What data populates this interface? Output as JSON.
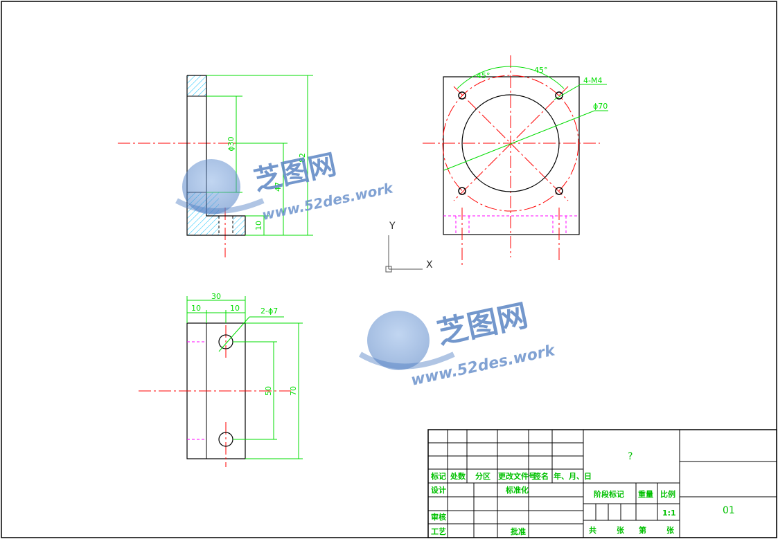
{
  "drawing": {
    "colors": {
      "outline": "#000000",
      "centerline": "#ff0000",
      "dimension": "#00dd00",
      "hidden": "#ff00ff",
      "hatch": "#00bfff",
      "titleblock_text": "#00c000",
      "watermark": "#5b86c4"
    },
    "side_view": {
      "dims": {
        "bore": "ϕ30",
        "height_47": "47",
        "height_82": "82",
        "height_10": "10"
      }
    },
    "front_view": {
      "dims": {
        "angle_left": "45°",
        "angle_right": "45°",
        "threads": "4-M4",
        "pcd": "ϕ70"
      }
    },
    "top_view": {
      "dims": {
        "width_30": "30",
        "left_10": "10",
        "right_10": "10",
        "holes": "2-ϕ7",
        "spacing_50": "50",
        "length_70": "70"
      }
    },
    "ucs": {
      "y": "Y",
      "x": "X"
    },
    "watermark": {
      "brand_cn": "芝图网",
      "url": "www.52des.work"
    }
  },
  "title_block": {
    "rev_headers": [
      "标记",
      "处数",
      "分区",
      "更改文件号",
      "签名",
      "年、月、日"
    ],
    "design": "设计",
    "standardization": "标准化",
    "review": "审核",
    "process": "工艺",
    "approve": "批准",
    "stage_mark": "阶段标记",
    "weight": "重量",
    "scale": "比例",
    "scale_value": "1:1",
    "total": "共",
    "sheets_1": "张",
    "sheet_no": "第",
    "sheets_2": "张",
    "part_name": "?",
    "drawing_no": "01"
  }
}
